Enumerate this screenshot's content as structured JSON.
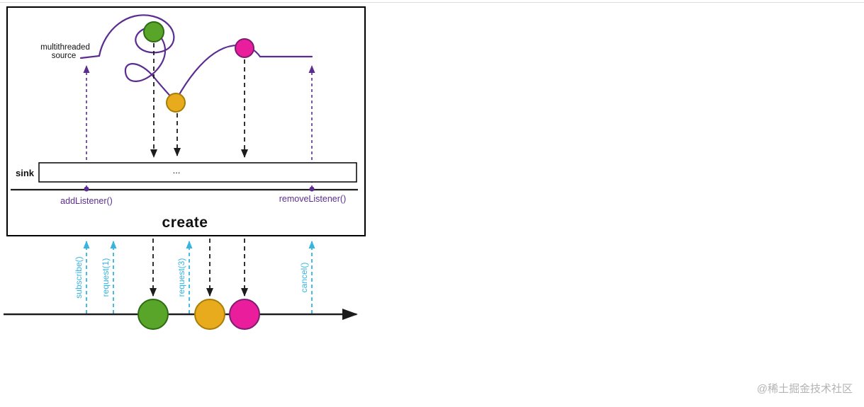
{
  "colors": {
    "purple": "#5b2d90",
    "cyan": "#35b5e0",
    "black": "#1c1c1c",
    "green_fill": "#58a52a",
    "green_stroke": "#2f6b12",
    "orange_fill": "#e8ab1e",
    "orange_stroke": "#a87d07",
    "magenta_fill": "#ea1e9c",
    "magenta_stroke": "#7c1d6f"
  },
  "diagram": {
    "source_label_line1": "multithreaded",
    "source_label_line2": "source",
    "sink_label": "sink",
    "ellipsis": "...",
    "add_listener_label": "addListener()",
    "remove_listener_label": "removeListener()",
    "operator_label": "create",
    "subscribe_label": "subscribe()",
    "request1_label": "request(1)",
    "request3_label": "request(3)",
    "cancel_label": "cancel()"
  },
  "watermark": "@稀土掘金技术社区"
}
